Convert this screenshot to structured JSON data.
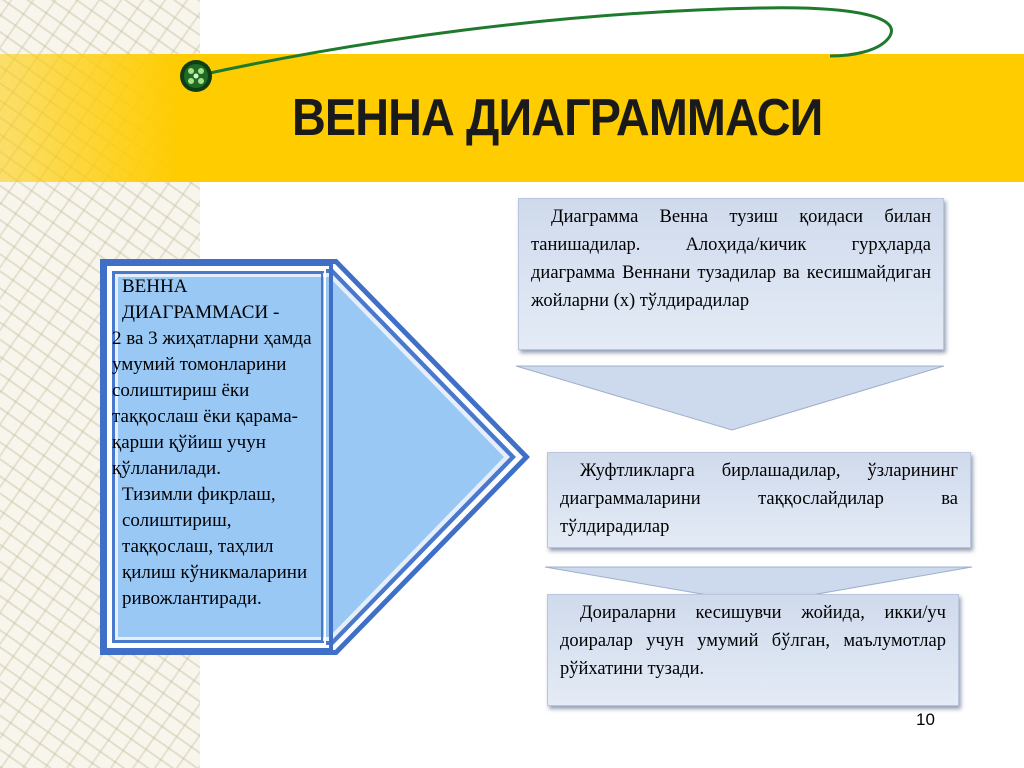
{
  "title": "ВЕННА ДИАГРАММАСИ",
  "left_panel": {
    "heading": "ВЕННА ДИАГРАММАСИ",
    "heading_suffix": " -",
    "text1": "2 ва 3 жиҳатларни ҳамда умумий томонларини солиштириш ёки таққослаш ёки қарама-қарши қўйиш учун қўлланилади.",
    "text2": "Тизимли фикрлаш, солиштириш, таққослаш, таҳлил қилиш кўникмаларини ривожлантиради."
  },
  "steps": [
    "Диаграмма Венна тузиш қоидаси билан танишадилар. Алоҳида/кичик гурҳларда диаграмма Веннани тузадилар ва кесишмайдиган жойларни (х) тўлдирадилар",
    "Жуфтликларга бирлашадилар, ўзларининг диаграммаларини таққослайдилар ва тўлдирадилар",
    "Доираларни кесишувчи жойида, икки/уч доиралар учун умумий бўлган, маълумотлар рўйхатини тузади."
  ],
  "page_number": "10",
  "colors": {
    "band": "#ffcc00",
    "left_box": "#99c8f5",
    "border_blue": "#3a66b8",
    "step_box": "#d6e0f0",
    "arrow": "#ccd8ec"
  }
}
